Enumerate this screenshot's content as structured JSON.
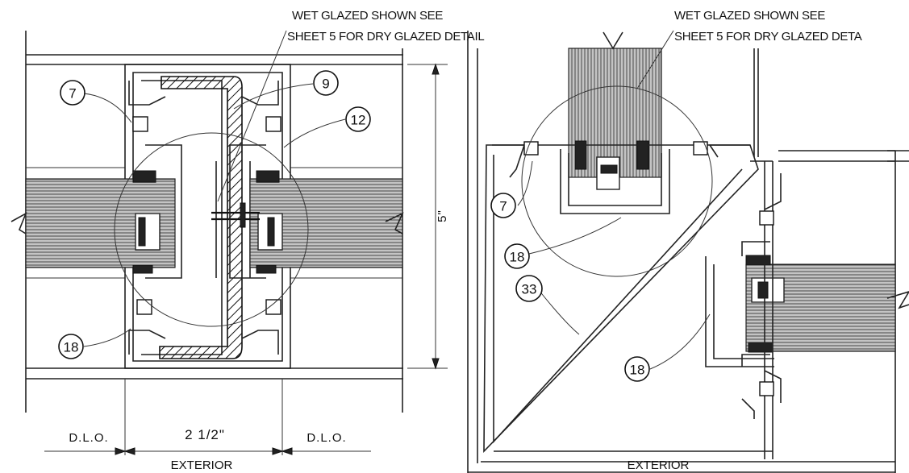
{
  "left_detail": {
    "note_line1": "WET GLAZED SHOWN SEE",
    "note_line2": "SHEET 5 FOR DRY GLAZED DETAIL",
    "callouts": [
      "7",
      "9",
      "12",
      "18"
    ],
    "dim_height": "5\"",
    "dim_mullion": "2 1/2\"",
    "dim_dlo_left": "D.L.O.",
    "dim_dlo_right": "D.L.O.",
    "side_label": "EXTERIOR"
  },
  "right_detail": {
    "note_line1": "WET GLAZED SHOWN SEE",
    "note_line2": "SHEET 5 FOR DRY GLAZED DETA",
    "callouts": [
      "7",
      "18",
      "33",
      "18"
    ],
    "side_label": "EXTERIOR"
  }
}
